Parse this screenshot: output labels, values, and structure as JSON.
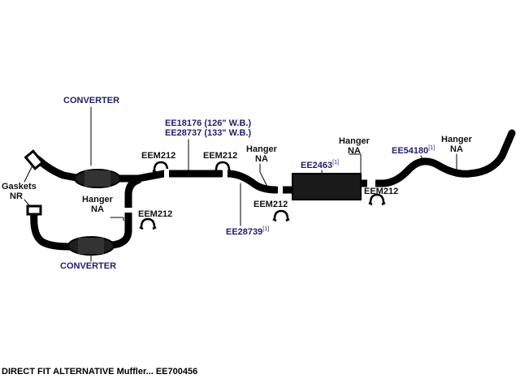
{
  "labels": {
    "converter_top": "CONVERTER",
    "converter_bottom": "CONVERTER",
    "gaskets": "Gaskets",
    "gaskets_na": "NR",
    "pipe_part_1": "EE18176 (126\" W.B.)",
    "pipe_part_2": "EE28737 (133\" W.B.)",
    "clamp_a": "EEM212",
    "clamp_b": "EEM212",
    "clamp_c": "EEM212",
    "clamp_d": "EEM212",
    "clamp_e": "EEM212",
    "hanger_1": "Hanger",
    "hanger_1_na": "NA",
    "hanger_2": "Hanger",
    "hanger_2_na": "NA",
    "hanger_3": "Hanger",
    "hanger_3_na": "NA",
    "hanger_4": "Hanger",
    "hanger_4_na": "NA",
    "intermediate_pipe": "EE28739",
    "intermediate_pipe_note": "[1]",
    "muffler": "EE2463",
    "muffler_note": "[1]",
    "tailpipe": "EE54180",
    "tailpipe_note": "[1]"
  },
  "caption": "DIRECT FIT ALTERNATIVE Muffler... EE700456",
  "colors": {
    "part_number": "#1c1f6e",
    "text": "#111111",
    "pipe": "#000000"
  }
}
